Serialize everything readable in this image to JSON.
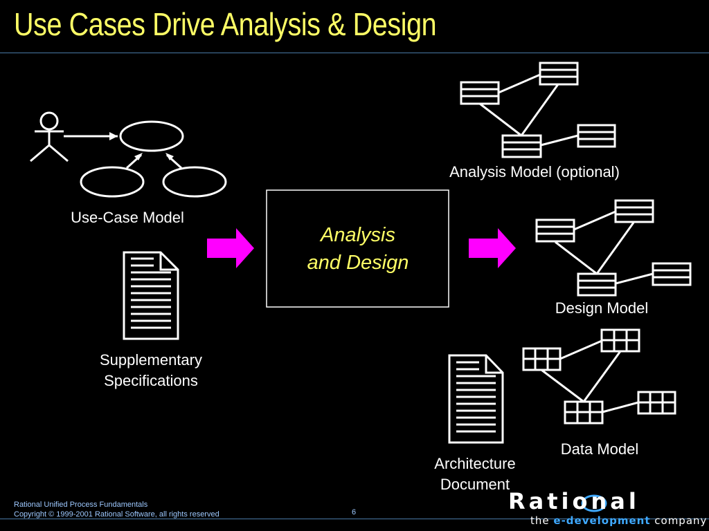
{
  "title": "Use Cases Drive Analysis & Design",
  "center_box": {
    "line1": "Analysis",
    "line2": "and Design"
  },
  "labels": {
    "use_case_model": "Use-Case Model",
    "supplementary_line1": "Supplementary",
    "supplementary_line2": "Specifications",
    "analysis_model": "Analysis Model (optional)",
    "design_model": "Design Model",
    "data_model": "Data Model",
    "architecture_line1": "Architecture",
    "architecture_line2": "Document"
  },
  "footer": {
    "course": "Rational Unified Process Fundamentals",
    "copyright": "Copyright © 1999-2001 Rational Software, all rights reserved",
    "page_number": "6"
  },
  "logo": {
    "wordmark": "Rational",
    "tagline_pre": "the ",
    "tagline_highlight": "e-development",
    "tagline_post": " company"
  },
  "colors": {
    "title": "#ffff66",
    "arrow": "#ff00ff",
    "rule": "#4a7aa8",
    "footer_text": "#9ec9ff",
    "logo_highlight": "#3fa9ff"
  }
}
